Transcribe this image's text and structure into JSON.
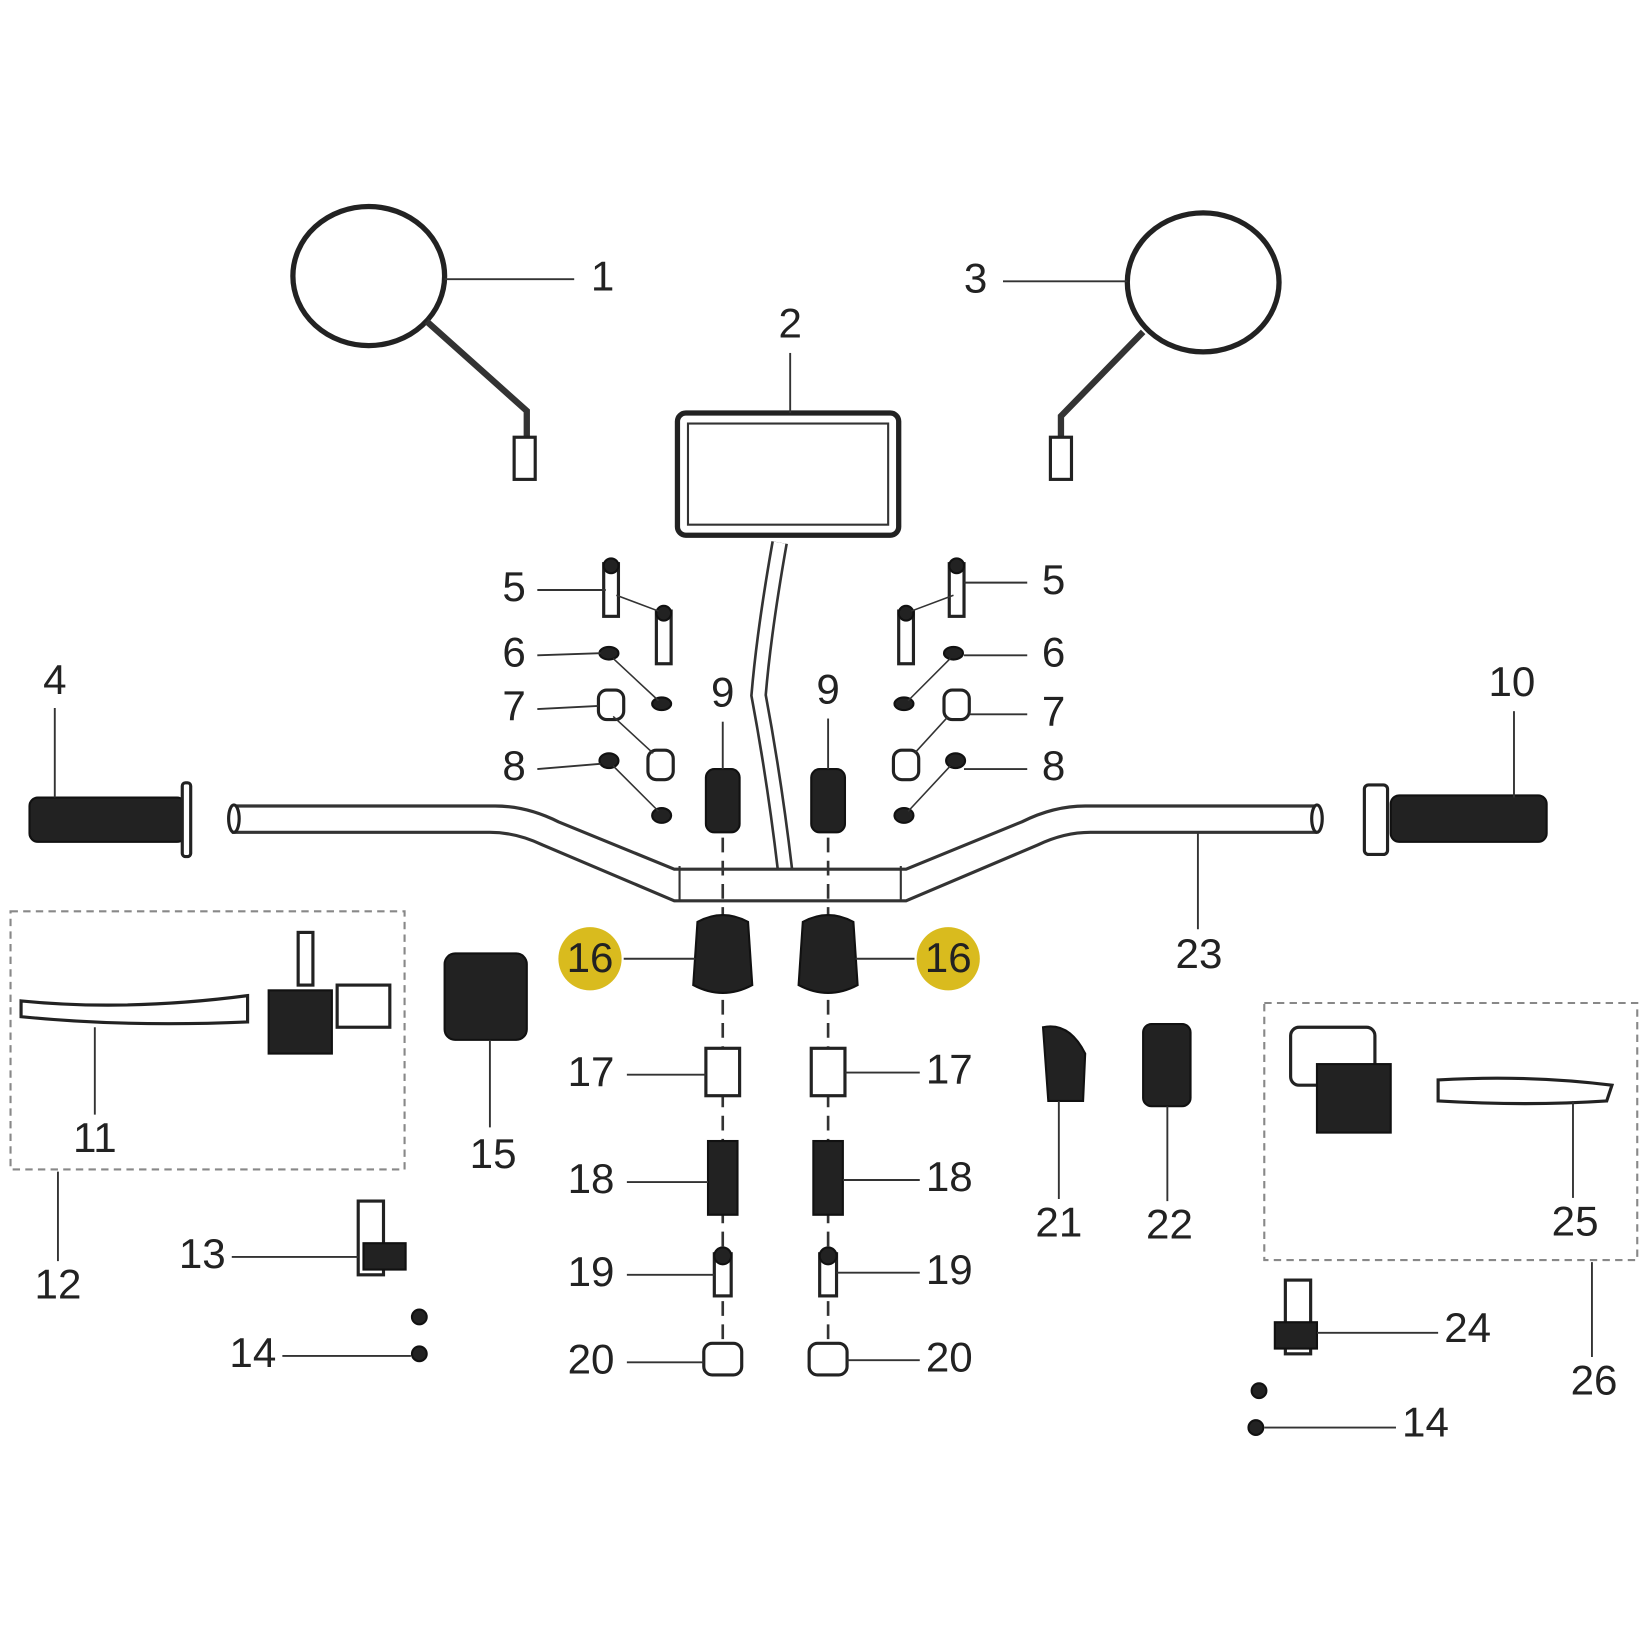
{
  "highlight_color": "#D9BB1E",
  "callouts": {
    "c1": "1",
    "c2": "2",
    "c3": "3",
    "c4": "4",
    "c5a": "5",
    "c5b": "5",
    "c6a": "6",
    "c6b": "6",
    "c7a": "7",
    "c7b": "7",
    "c8a": "8",
    "c8b": "8",
    "c9a": "9",
    "c9b": "9",
    "c10": "10",
    "c11": "11",
    "c12": "12",
    "c13": "13",
    "c14a": "14",
    "c14b": "14",
    "c15": "15",
    "c16a": "16",
    "c16b": "16",
    "c17a": "17",
    "c17b": "17",
    "c18a": "18",
    "c18b": "18",
    "c19a": "19",
    "c19b": "19",
    "c20a": "20",
    "c20b": "20",
    "c21": "21",
    "c22": "22",
    "c23": "23",
    "c24": "24",
    "c25": "25",
    "c26": "26"
  },
  "highlighted_callouts": [
    "16"
  ]
}
